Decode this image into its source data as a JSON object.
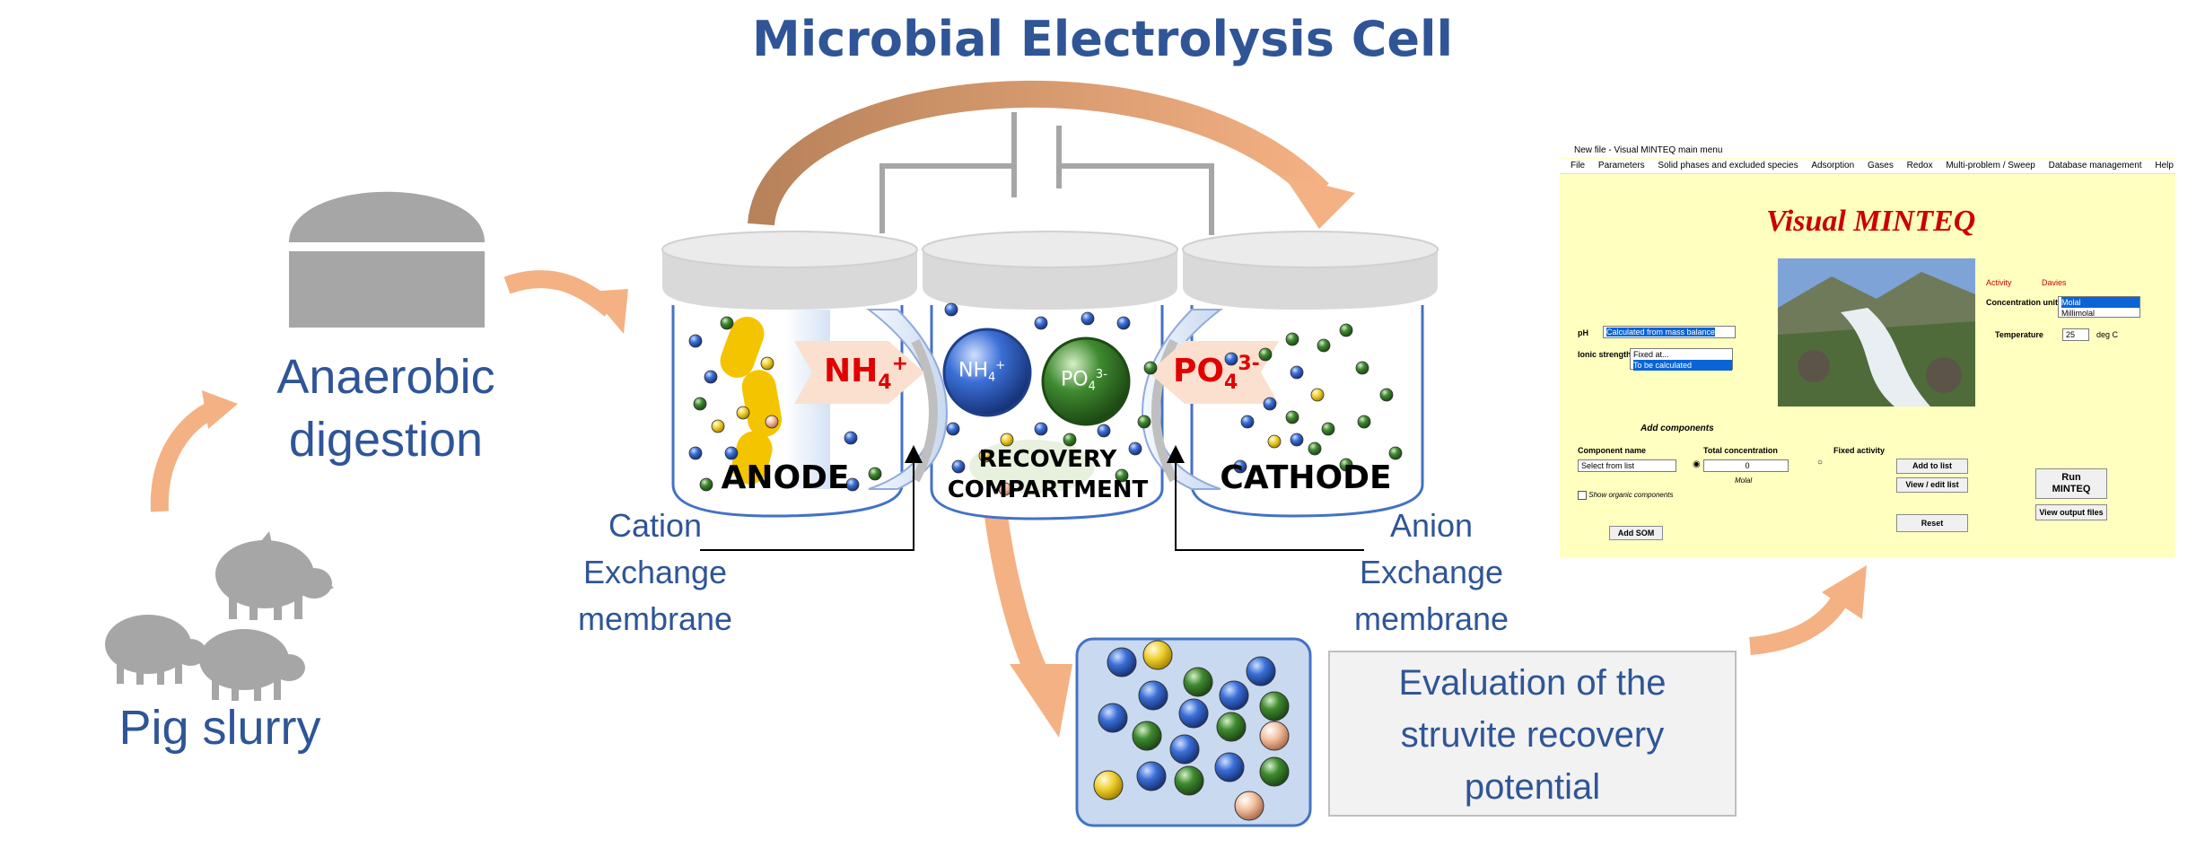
{
  "title": "Microbial Electrolysis Cell",
  "labels": {
    "anaerobic": [
      "Anaerobic",
      "digestion"
    ],
    "pig_slurry": "Pig slurry",
    "anode": "ANODE",
    "recovery": [
      "RECOVERY",
      "COMPARTMENT"
    ],
    "cathode": "CATHODE",
    "cation": [
      "Cation",
      "Exchange",
      "membrane"
    ],
    "anion": [
      "Anion",
      "Exchange",
      "membrane"
    ],
    "evaluation": [
      "Evaluation of the",
      "struvite recovery",
      "potential"
    ]
  },
  "ions": {
    "nh4_base": "NH",
    "nh4_sub": "4",
    "nh4_sup": "+",
    "po4_base": "PO",
    "po4_sub": "4",
    "po4_sup": "3-"
  },
  "colors": {
    "title": "#2f5597",
    "arrow": "#f4b183",
    "icon_grey": "#a6a6a6",
    "ion_red": "#e00000",
    "ball_blue": "#2f5fc4",
    "ball_green": "#3a7d2c",
    "ball_yellow": "#e8c020"
  },
  "minteq": {
    "window_title": "New file - Visual MINTEQ main menu",
    "menu": [
      "File",
      "Parameters",
      "Solid phases and excluded species",
      "Adsorption",
      "Gases",
      "Redox",
      "Multi-problem / Sweep",
      "Database management",
      "Help"
    ],
    "heading": "Visual MINTEQ",
    "activity": "Activity",
    "davies": "Davies",
    "conc_unit_label": "Concentration unit",
    "conc_options": [
      "Molal",
      "Millimolal"
    ],
    "temperature_label": "Temperature",
    "temperature_value": "25",
    "temperature_unit": "deg C",
    "ph_label": "pH",
    "ph_value": "Calculated from mass balance",
    "ionic_label": "Ionic strength",
    "ionic_options": [
      "Fixed at...",
      "To be calculated"
    ],
    "add_components": "Add components",
    "component_name": "Component name",
    "total_conc": "Total concentration",
    "fixed_activity": "Fixed activity",
    "select_from_list": "Select from list",
    "conc_value": "0",
    "molal": "Molal",
    "show_organic": "Show organic components",
    "add_to_list": "Add to list",
    "view_edit_list": "View / edit list",
    "reset": "Reset",
    "add_som": "Add SOM",
    "run_label": [
      "Run",
      "MINTEQ"
    ],
    "view_output": "View output files"
  }
}
